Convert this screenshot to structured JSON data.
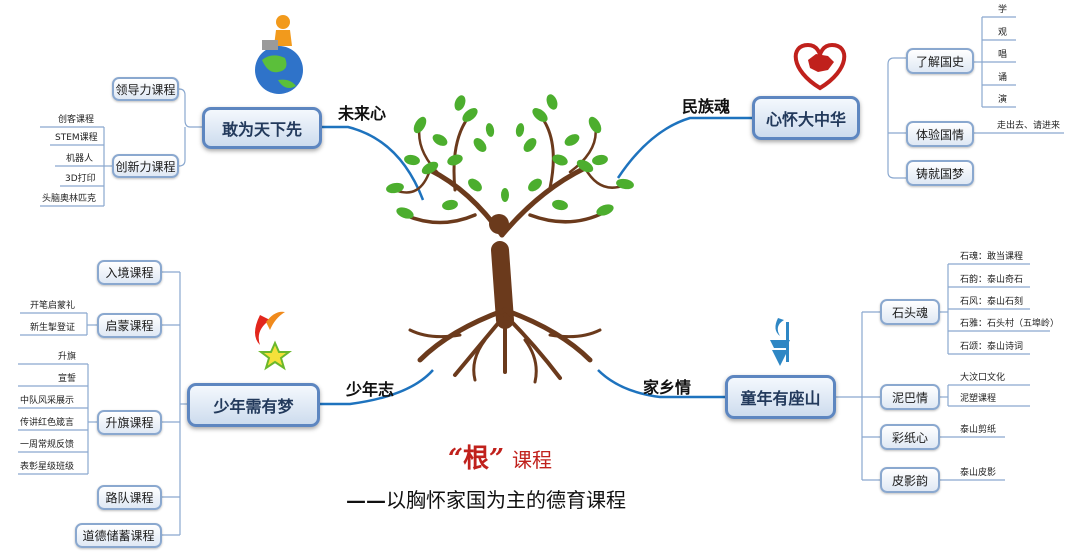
{
  "center": {
    "title_root": "根",
    "title_quote_open": "“",
    "title_quote_close": "”",
    "title_course": "课程",
    "subtitle_dash": "——",
    "subtitle": "以胸怀家国为主的德育课程"
  },
  "branches": {
    "weilai": {
      "label": "未来心",
      "main": "敢为天下先",
      "lead": "领导力课程",
      "innov": "创新力课程",
      "innov_items": [
        "创客课程",
        "STEM课程",
        "机器人",
        "3D打印",
        "头脑奥林匹克"
      ]
    },
    "minzu": {
      "label": "民族魂",
      "main": "心怀大中华",
      "history": "了解国史",
      "history_items": [
        "学",
        "观",
        "唱",
        "诵",
        "演"
      ],
      "experience": "体验国情",
      "experience_item": "走出去、请进来",
      "dream": "铸就国梦"
    },
    "shaonian": {
      "label": "少年志",
      "main": "少年需有梦",
      "entry": "入境课程",
      "enlight": "启蒙课程",
      "enlight_items": [
        "开笔启蒙礼",
        "新生掣登证"
      ],
      "flag": "升旗课程",
      "flag_items": [
        "升旗",
        "宣誓",
        "中队风采展示",
        "传讲红色箴言",
        "一周常规反馈",
        "表彰星级班级"
      ],
      "team": "路队课程",
      "moral": "道德储蓄课程"
    },
    "jiaxiang": {
      "label": "家乡情",
      "main": "童年有座山",
      "stone": "石头魂",
      "stone_items": [
        "石魂：敢当课程",
        "石韵：泰山奇石",
        "石风：泰山石刻",
        "石雅：石头村（五埠岭）",
        "石颂：泰山诗词"
      ],
      "clay": "泥巴情",
      "clay_items": [
        "大汶口文化",
        "泥塑课程"
      ],
      "paper": "彩纸心",
      "paper_item": "泰山剪纸",
      "shadow": "皮影韵",
      "shadow_item": "泰山皮影"
    }
  },
  "colors": {
    "connector": "#1e73be",
    "node_border": "#8aa8cf",
    "leaf_green": "#4cae2e",
    "trunk": "#6b3a1c",
    "accent_red": "#c0211c"
  }
}
